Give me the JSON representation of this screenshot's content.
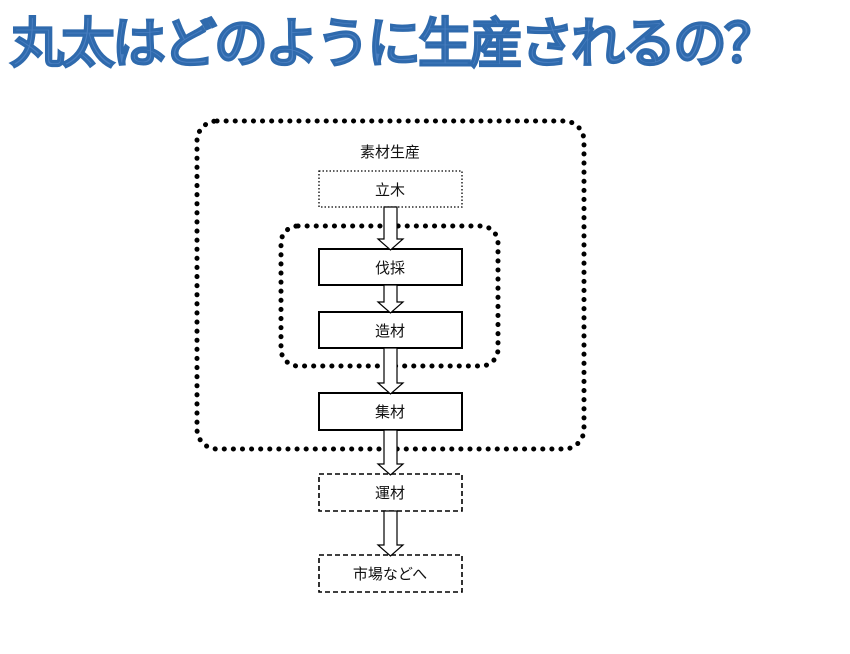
{
  "title": "丸太はどのように生産されるの？",
  "diagram": {
    "group_outer_label": "素材生産",
    "steps": {
      "standing_tree": "立木",
      "felling": "伐採",
      "bucking": "造材",
      "yarding": "集材",
      "transport": "運材",
      "to_market": "市場などへ"
    }
  }
}
